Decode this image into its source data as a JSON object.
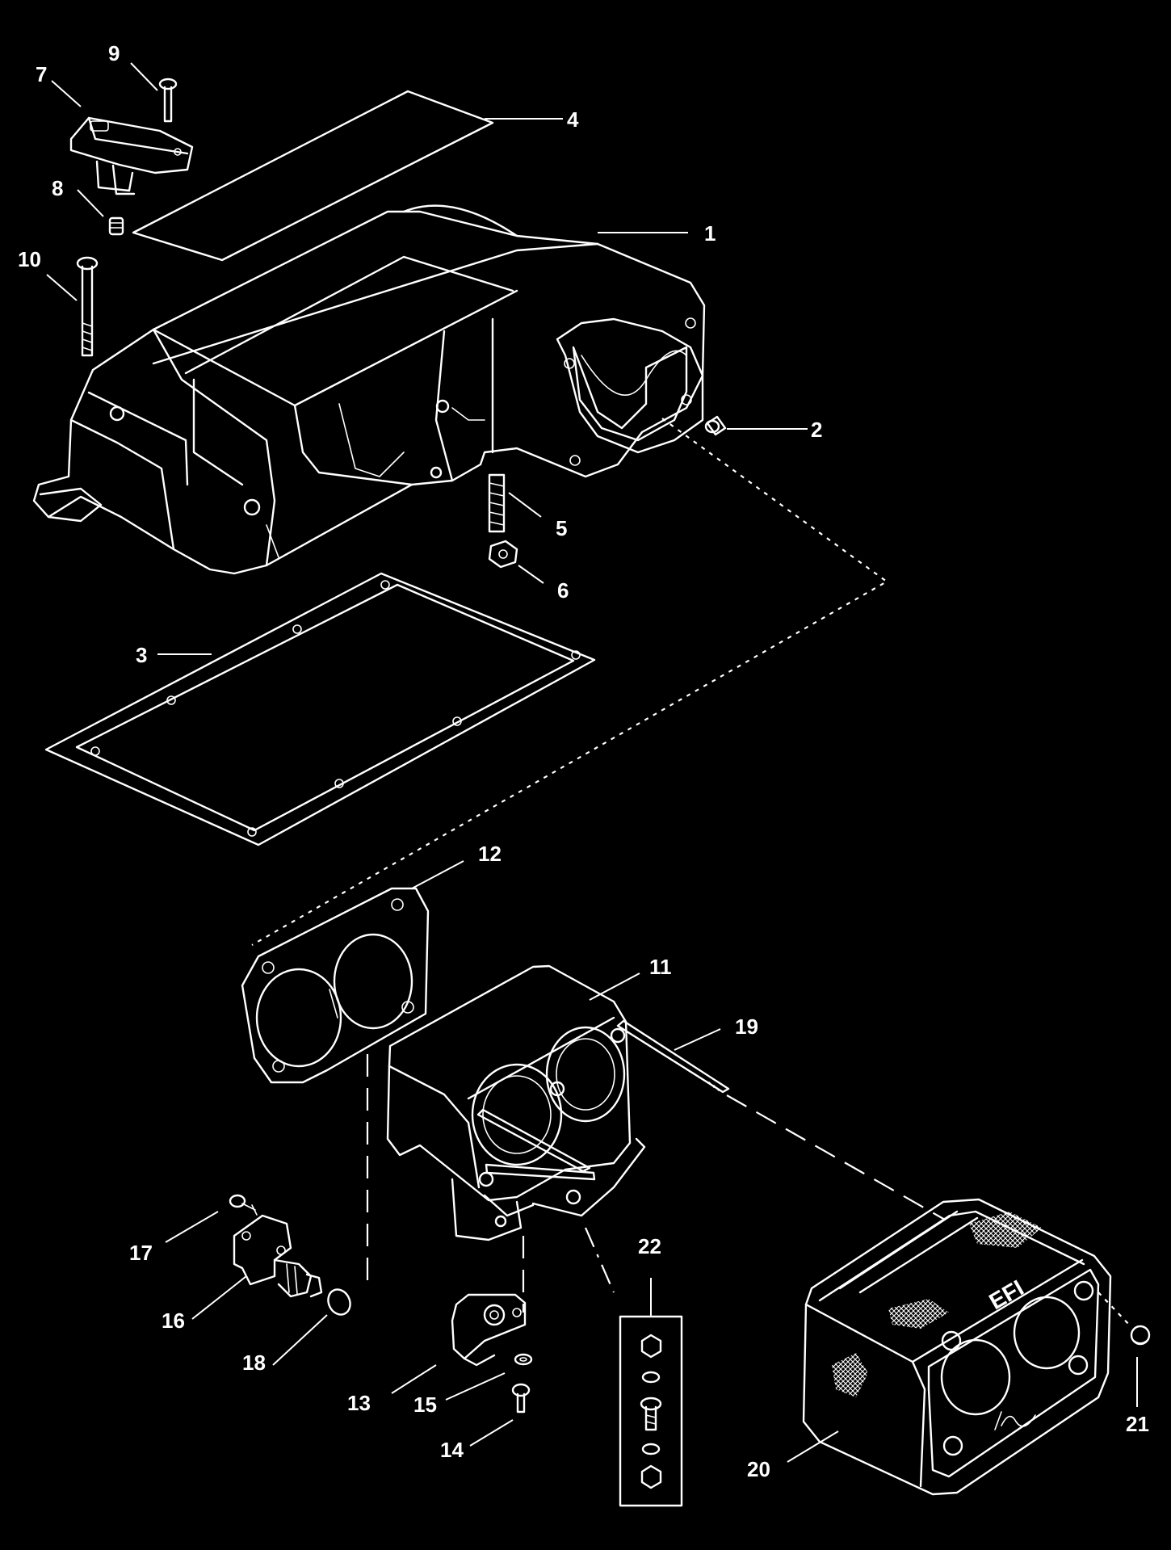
{
  "diagram": {
    "callouts": [
      {
        "id": "1",
        "label": "1"
      },
      {
        "id": "2",
        "label": "2"
      },
      {
        "id": "3",
        "label": "3"
      },
      {
        "id": "4",
        "label": "4"
      },
      {
        "id": "5",
        "label": "5"
      },
      {
        "id": "6",
        "label": "6"
      },
      {
        "id": "7",
        "label": "7"
      },
      {
        "id": "8",
        "label": "8"
      },
      {
        "id": "9",
        "label": "9"
      },
      {
        "id": "10",
        "label": "10"
      },
      {
        "id": "11",
        "label": "11"
      },
      {
        "id": "12",
        "label": "12"
      },
      {
        "id": "13",
        "label": "13"
      },
      {
        "id": "14",
        "label": "14"
      },
      {
        "id": "15",
        "label": "15"
      },
      {
        "id": "16",
        "label": "16"
      },
      {
        "id": "17",
        "label": "17"
      },
      {
        "id": "18",
        "label": "18"
      },
      {
        "id": "19",
        "label": "19"
      },
      {
        "id": "20",
        "label": "20"
      },
      {
        "id": "21",
        "label": "21"
      },
      {
        "id": "22",
        "label": "22"
      }
    ],
    "part_marking": "EFI",
    "colors": {
      "background": "#000000",
      "line": "#ffffff"
    }
  }
}
